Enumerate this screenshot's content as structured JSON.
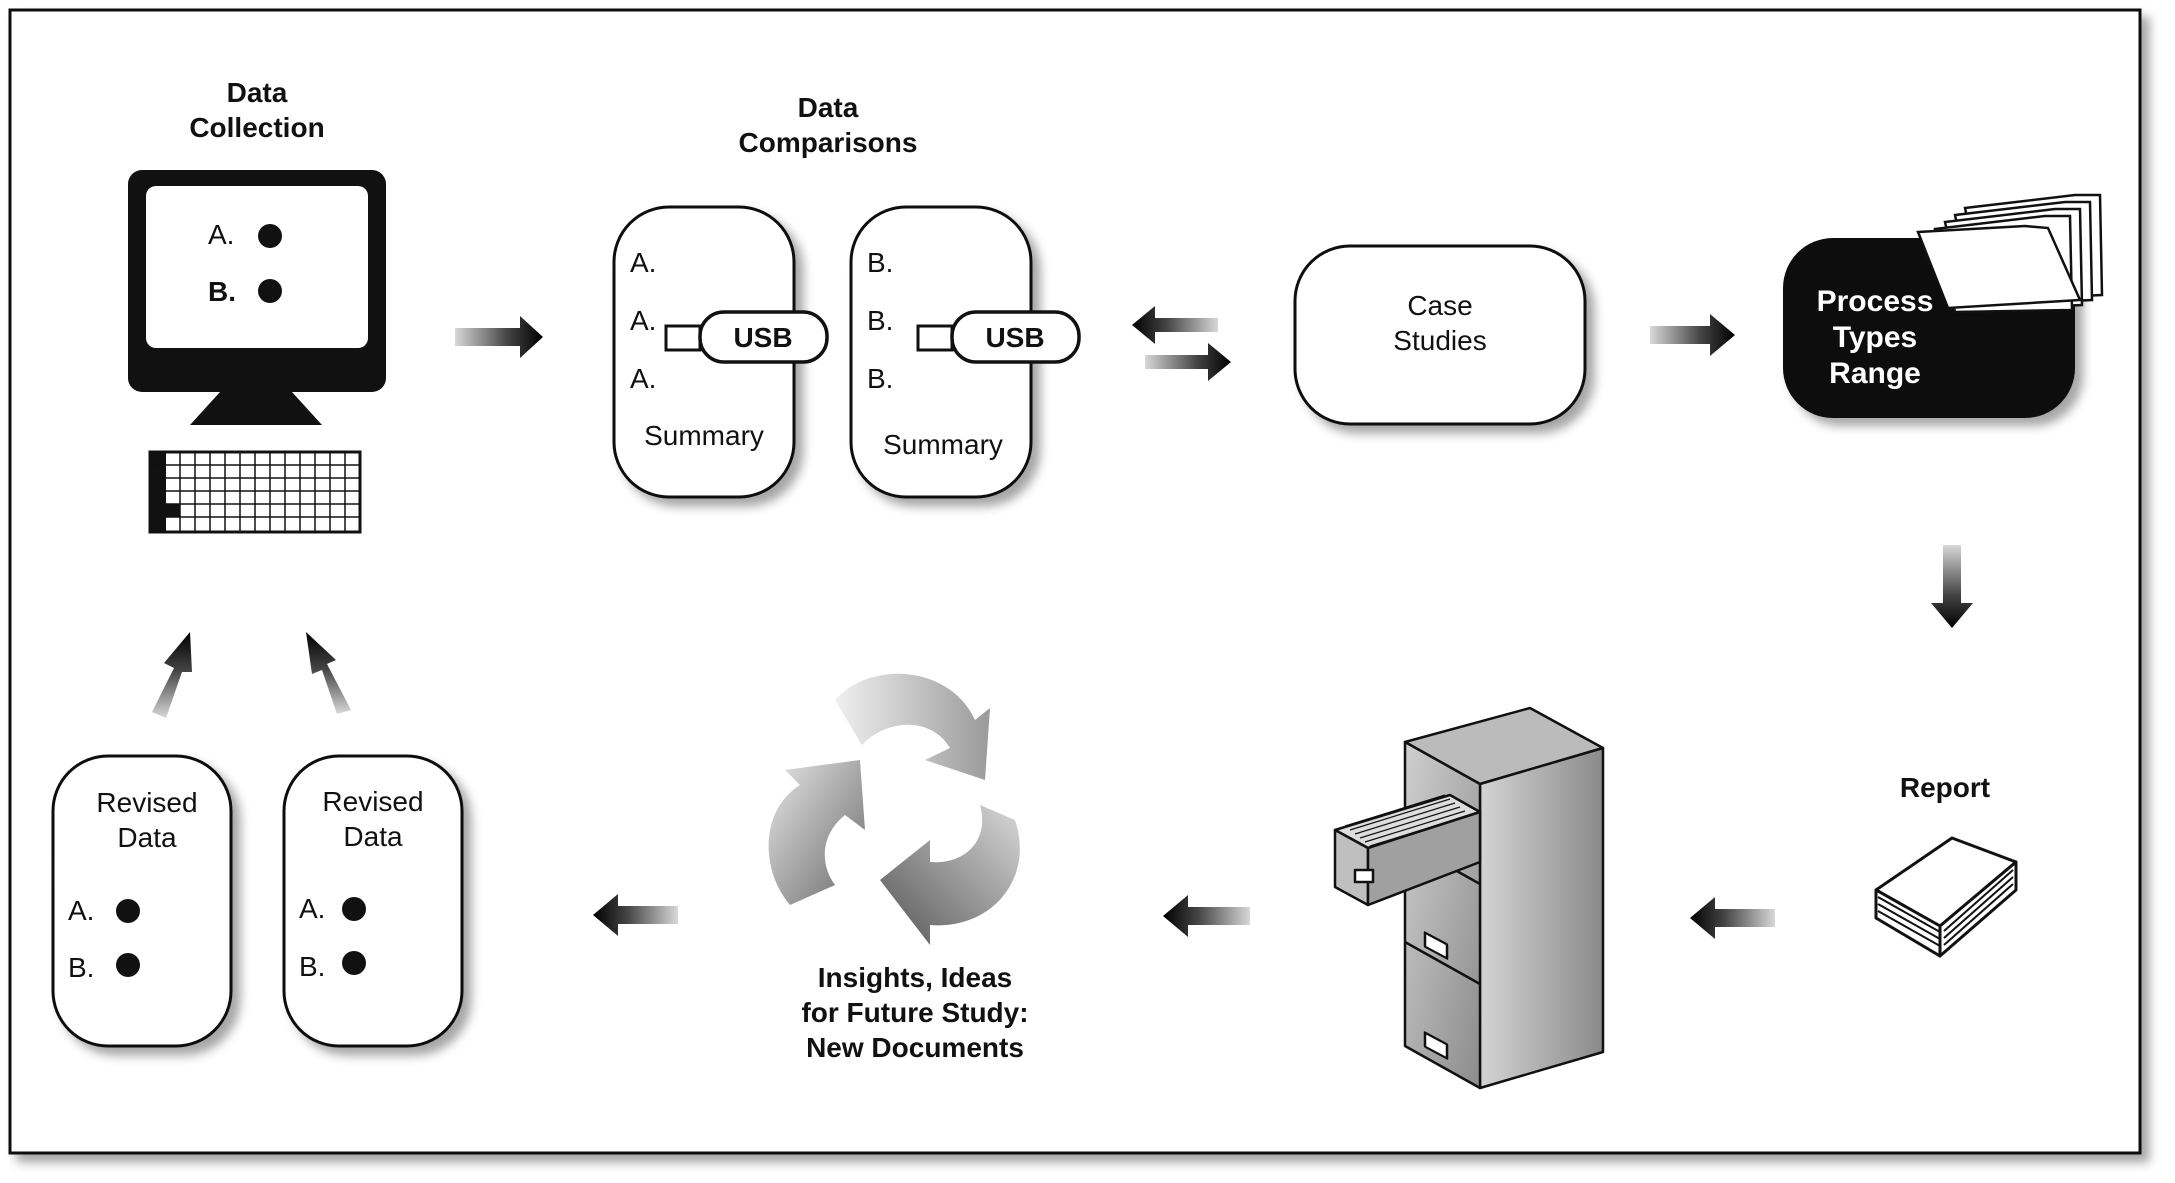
{
  "data_collection": {
    "title_line1": "Data",
    "title_line2": "Collection",
    "screen_item_a": "A.",
    "screen_item_b": "B."
  },
  "data_comparisons": {
    "title_line1": "Data",
    "title_line2": "Comparisons",
    "card_a": {
      "rows": [
        "A.",
        "A.",
        "A."
      ],
      "usb_label": "USB",
      "summary": "Summary"
    },
    "card_b": {
      "rows": [
        "B.",
        "B.",
        "B."
      ],
      "usb_label": "USB",
      "summary": "Summary"
    }
  },
  "case_studies": {
    "line1": "Case",
    "line2": "Studies"
  },
  "process_types": {
    "line1": "Process",
    "line2": "Types",
    "line3": "Range"
  },
  "report": {
    "label": "Report"
  },
  "insights": {
    "line1": "Insights, Ideas",
    "line2": "for Future Study:",
    "line3": "New Documents"
  },
  "revised_data": [
    {
      "line1": "Revised",
      "line2": "Data",
      "item_a": "A.",
      "item_b": "B."
    },
    {
      "line1": "Revised",
      "line2": "Data",
      "item_a": "A.",
      "item_b": "B."
    }
  ]
}
